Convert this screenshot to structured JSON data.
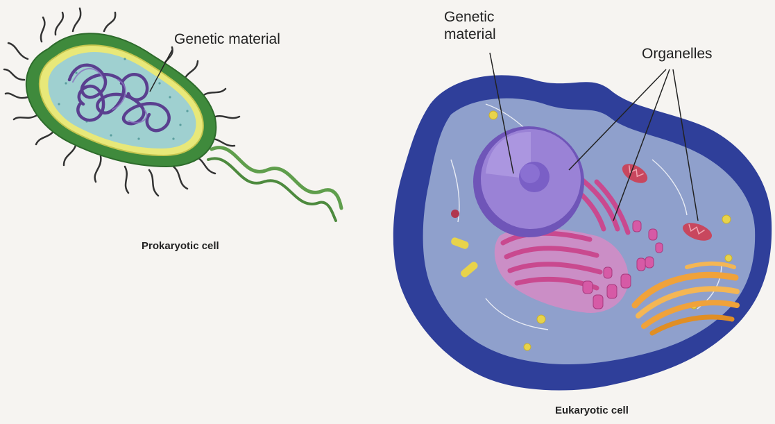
{
  "labels": {
    "prokaryote_genetic_material": "Genetic material",
    "eukaryote_genetic_material_line1": "Genetic",
    "eukaryote_genetic_material_line2": "material",
    "organelles": "Organelles"
  },
  "captions": {
    "prokaryotic": "Prokaryotic cell",
    "eukaryotic": "Eukaryotic cell"
  },
  "colors": {
    "background": "#f6f4f1",
    "bacterium_wall": "#3f8a3c",
    "bacterium_inner": "#9fd0d0",
    "dna": "#5a3f8f",
    "eukaryote_membrane": "#2f3f9a",
    "cytoplasm": "#8fa0cc",
    "nucleus": "#8a6fcf",
    "endoplasmic_reticulum": "#c9498f",
    "golgi": "#f0a23a"
  }
}
